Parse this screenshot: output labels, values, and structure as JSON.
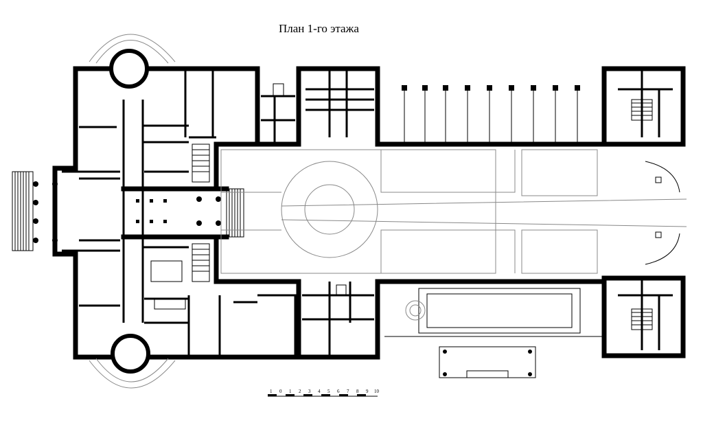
{
  "title": "План 1-го этажа",
  "scale": {
    "labels": [
      "1",
      "0",
      "1",
      "2",
      "3",
      "4",
      "5",
      "6",
      "7",
      "8",
      "9",
      "10"
    ]
  }
}
